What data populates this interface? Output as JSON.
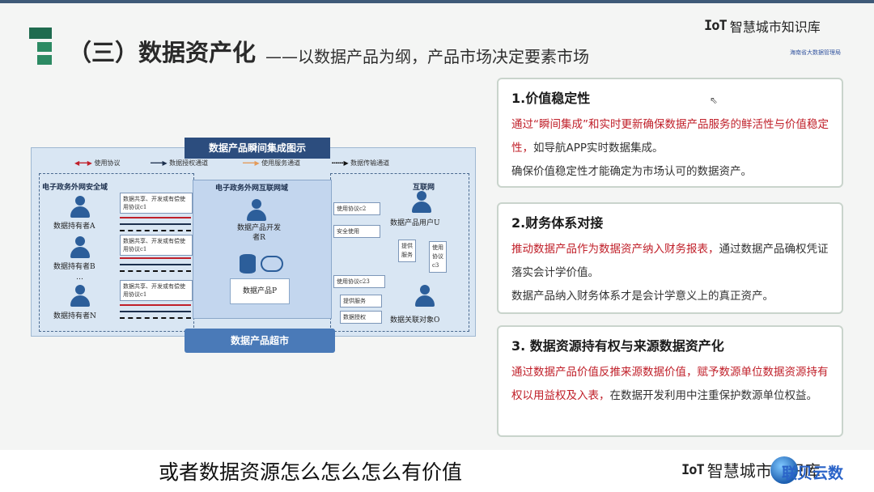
{
  "brand": {
    "mark": "IoT",
    "name": "智慧城市知识库",
    "sub": "海南省大数据管理局"
  },
  "slide": {
    "title": "（三）数据资产化",
    "subtitle": "——以数据产品为纲，产品市场决定要素市场"
  },
  "diagram": {
    "title": "数据产品瞬间集成图示",
    "legend": [
      "使用协议",
      "数据授权通道",
      "使用服务通道",
      "数据传输通道"
    ],
    "zones": {
      "left": "电子政务外网安全域",
      "mid": "电子政务外网互联网域",
      "right": "互联网"
    },
    "holders": [
      "数据持有者A",
      "数据持有者B",
      "数据持有者N"
    ],
    "holder_boxes": [
      "数据共享、开发或有偿使用协议c1",
      "数据共享、开发或有偿使用协议c1",
      "数据共享、开发或有偿使用协议c1"
    ],
    "dots": "…",
    "developer": "数据产品开发者R",
    "product": "数据产品P",
    "user_u": "数据产品用户U",
    "object_o": "数据关联对象O",
    "right_labels": [
      "使用协议c2",
      "安全使用",
      "提供服务",
      "使用协议c3",
      "使用协议c23",
      "提供服务",
      "数据授权"
    ],
    "market": "数据产品超市"
  },
  "cards": [
    {
      "title": "1.价值稳定性",
      "red": "通过“瞬间集成”和实时更新确保数据产品服务的鲜活性与价值稳定性，",
      "normal": "如导航APP实时数据集成。",
      "extra": "确保价值稳定性才能确定为市场认可的数据资产。"
    },
    {
      "title": "2.财务体系对接",
      "red": "推动数据产品作为数据资产纳入财务报表，",
      "normal": "通过数据产品确权凭证落实会计学价值。",
      "extra": "数据产品纳入财务体系才是会计学意义上的真正资产。"
    },
    {
      "title": "3. 数据资源持有权与来源数据资产化",
      "red": "通过数据产品价值反推来源数据价值，赋予数源单位数据资源持有权以用益权及入表，",
      "normal": "在数据开发利用中注重保护数源单位权益。",
      "extra": ""
    }
  ],
  "caption": "或者数据资源怎么怎么怎么有价值",
  "watermark": "联贝云数"
}
